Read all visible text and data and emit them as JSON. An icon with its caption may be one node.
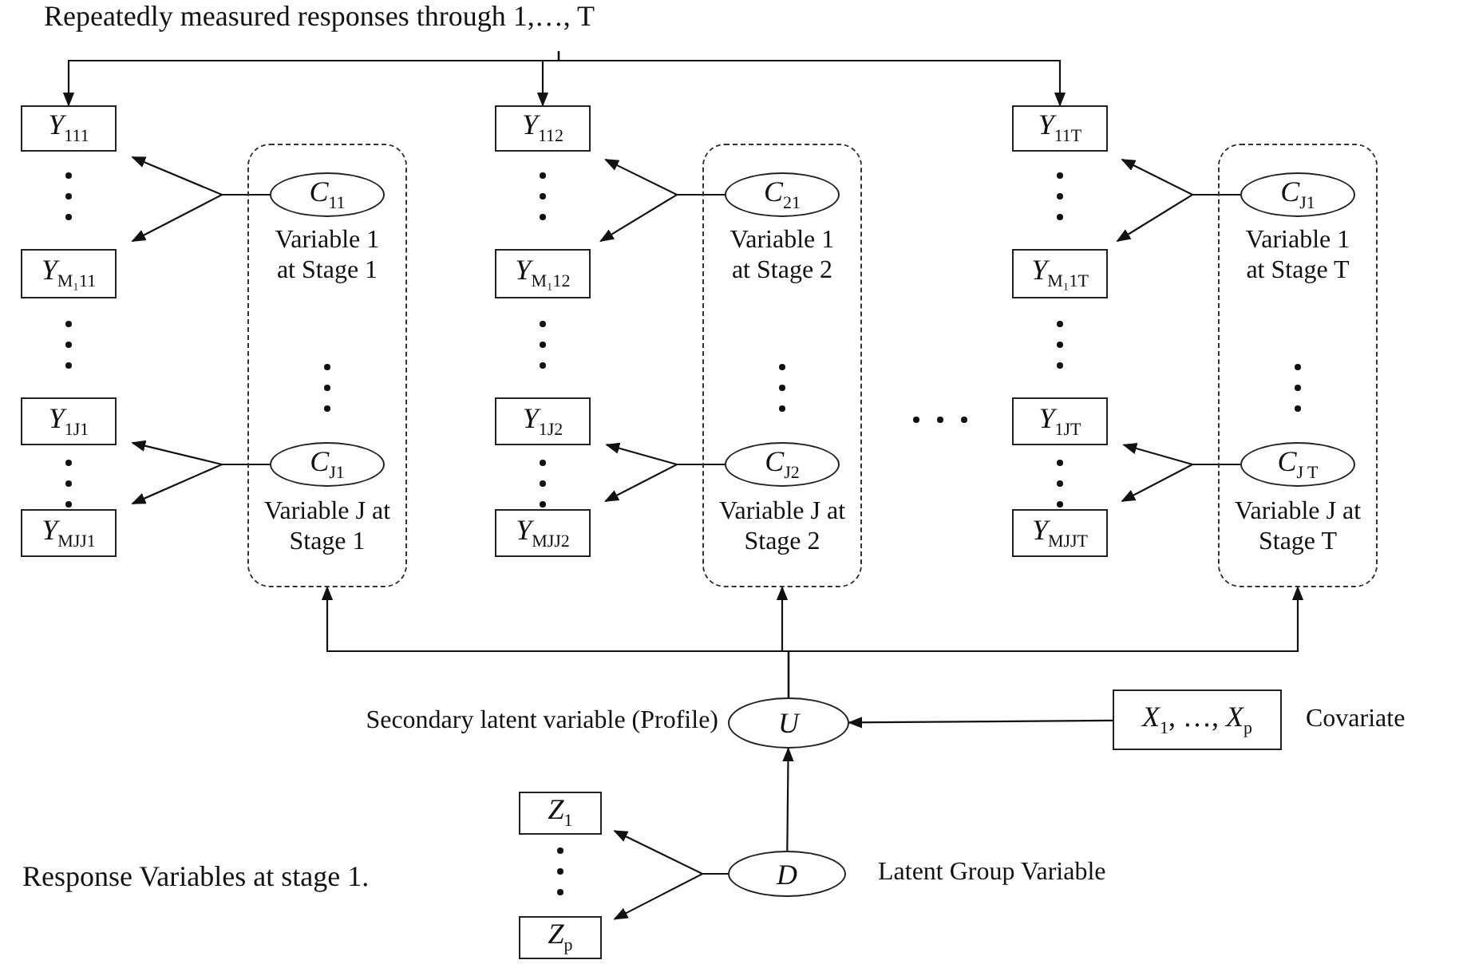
{
  "diagram": {
    "nodes": [
      {
        "text": [
          "Repeatedly measured responses through 1,…, T"
        ]
      },
      {
        "text": [
          "*Y*$_{111}$"
        ]
      },
      {
        "text": [
          "*Y*$_{M₁11}$"
        ]
      },
      {
        "text": [
          "*Y*$_{1J1}$"
        ]
      },
      {
        "text": [
          "*Y*$_{MJJ1}$"
        ]
      },
      {
        "text": [],
        "shape": "box"
      },
      {
        "text": [
          "C$_{11}$"
        ],
        "in": 5,
        "beside": [
          "Variable 1 at Stage 1"
        ]
      },
      {
        "text": [
          "C$_{J1}$"
        ],
        "in": 5,
        "beside": [
          "Variable J at Stage 1"
        ]
      },
      {
        "text": [
          "*Y*$_{112}$"
        ]
      },
      {
        "text": [
          "*Y*$_{M₁12}$"
        ]
      },
      {
        "text": [
          "*Y*$_{1J2}$"
        ]
      },
      {
        "text": [
          "*Y*$_{MJJ2}$"
        ]
      },
      {
        "text": [],
        "shape": "box"
      },
      {
        "text": [
          "C$_{21}$"
        ],
        "in": 12,
        "beside": [
          "Variable 1 at Stage 2"
        ]
      },
      {
        "text": [
          "C$_{J2}$"
        ],
        "in": 12,
        "beside": [
          "Variable J at Stage 2"
        ]
      },
      {
        "text": [
          "*Y*$_{11T}$"
        ]
      },
      {
        "text": [
          "*Y*$_{M₁1T}$"
        ]
      },
      {
        "text": [
          "*Y*$_{1JT}$"
        ]
      },
      {
        "text": [
          "*Y*$_{MJJT}$"
        ]
      },
      {
        "text": [],
        "shape": "box"
      },
      {
        "text": [
          "C$_{J1}$"
        ],
        "in": 19,
        "beside": [
          "Variable 1 at Stage T"
        ]
      },
      {
        "text": [
          "C$_{J T}$"
        ],
        "in": 19,
        "beside": [
          "Variable J at Stage T"
        ]
      },
      {
        "text": [
          "U"
        ],
        "beside": [
          "Secondary latent variable (Profile)"
        ]
      },
      {
        "text": [
          "*X*$_{1}$, …, *X*$_{p}$"
        ],
        "beside": [
          "Covariate"
        ]
      },
      {
        "text": [
          "*Z*$_{1}$"
        ]
      },
      {
        "text": [
          "*Z*$_{p}$"
        ]
      },
      {
        "text": [
          "D"
        ],
        "beside": [
          "Latent Group Variable"
        ]
      }
    ],
    "edges": [
      {
        "from": 0,
        "to": 1,
        "arrow": "to"
      },
      {
        "from": 0,
        "to": 8,
        "arrow": "to"
      },
      {
        "from": 0,
        "to": 15,
        "arrow": "to"
      },
      {
        "from": 6,
        "to": 1,
        "arrow": "to"
      },
      {
        "from": 6,
        "to": 2,
        "arrow": "to"
      },
      {
        "from": 7,
        "to": 3,
        "arrow": "to"
      },
      {
        "from": 7,
        "to": 4,
        "arrow": "to"
      },
      {
        "from": 13,
        "to": 8,
        "arrow": "to"
      },
      {
        "from": 13,
        "to": 9,
        "arrow": "to"
      },
      {
        "from": 14,
        "to": 10,
        "arrow": "to"
      },
      {
        "from": 14,
        "to": 11,
        "arrow": "to"
      },
      {
        "from": 20,
        "to": 15,
        "arrow": "to"
      },
      {
        "from": 20,
        "to": 16,
        "arrow": "to"
      },
      {
        "from": 21,
        "to": 17,
        "arrow": "to"
      },
      {
        "from": 21,
        "to": 18,
        "arrow": "to"
      },
      {
        "from": 22,
        "to": 5,
        "arrow": "to"
      },
      {
        "from": 22,
        "to": 12,
        "arrow": "to"
      },
      {
        "from": 22,
        "to": 19,
        "arrow": "to"
      },
      {
        "from": 23,
        "to": 22,
        "arrow": "to"
      },
      {
        "from": 26,
        "to": 22,
        "arrow": "to"
      },
      {
        "from": 26,
        "to": 24,
        "arrow": "to"
      },
      {
        "from": 26,
        "to": 25,
        "arrow": "to"
      }
    ],
    "labels": [
      "Response Variables at stage 1."
    ]
  }
}
